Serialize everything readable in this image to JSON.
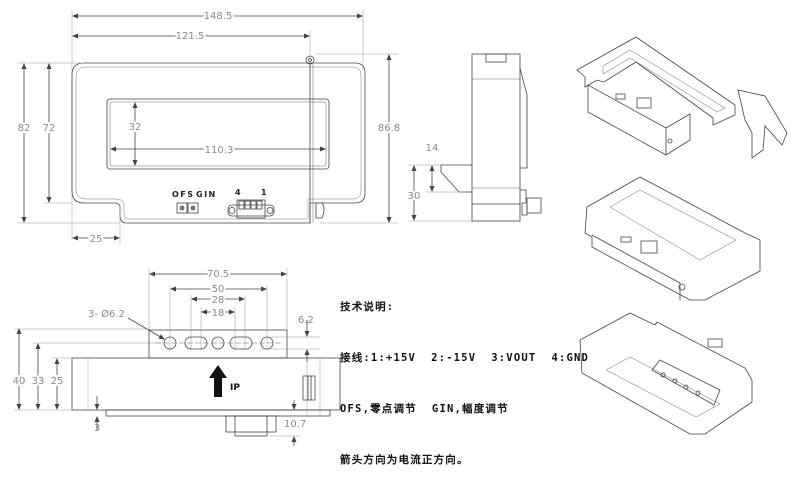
{
  "title": "Split-core current sensor outline drawing",
  "front_view": {
    "dims": {
      "overall_width": "148.5",
      "hinge_width": "121.5",
      "aperture_width": "110.3",
      "aperture_height": "32",
      "body_height": "82",
      "window_offset_height": "72",
      "total_height": "86.8",
      "step_width": "25"
    },
    "labels": {
      "ofs": "OFS",
      "gin": "GIN",
      "pin4": "4",
      "pin1": "1"
    }
  },
  "side_view": {
    "dims": {
      "bracket": "14",
      "height": "30"
    }
  },
  "bottom_view": {
    "dims": {
      "span_70": "70.5",
      "span_50": "50",
      "span_28": "28",
      "span_18": "18",
      "holes": "3- Ø6.2",
      "hole_offset": "6.2",
      "h40": "40",
      "h33": "33",
      "h25": "25",
      "base": "3",
      "connector": "10.7"
    },
    "current_label": "IP"
  },
  "notes": {
    "heading": "技术说明:",
    "line1": "接线:1:+15V  2:-15V  3:VOUT  4:GND",
    "line2": "OFS,零点调节  GIN,幅度调节",
    "line3": "箭头方向为电流正方向。"
  },
  "colors": {
    "line": "#555555",
    "dim": "#8a8a8a",
    "text": "#111111"
  }
}
